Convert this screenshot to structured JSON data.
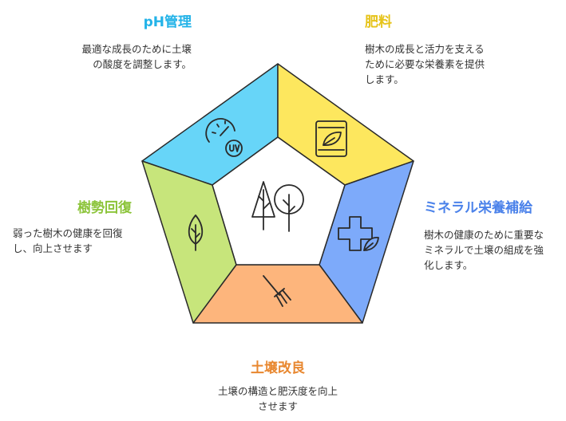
{
  "sections": {
    "ph": {
      "title": "pH管理",
      "desc": "最適な成長のために土壌の酸度を調整します。",
      "color": "#67d5f8",
      "title_color": "#23b3e8",
      "icon": "gauge-uv-icon"
    },
    "fertilizer": {
      "title": "肥料",
      "desc": "樹木の成長と活力を支えるために必要な栄養素を提供します。",
      "color": "#fde75e",
      "title_color": "#e6c319",
      "icon": "fertilizer-bag-icon"
    },
    "mineral": {
      "title": "ミネラル栄養補給",
      "desc": "樹木の健康のために重要なミネラルで土壌の組成を強化します。",
      "color": "#7daafa",
      "title_color": "#4b82ea",
      "icon": "cross-leaf-icon"
    },
    "soil": {
      "title": "土壌改良",
      "desc": "土壌の構造と肥沃度を向上させます",
      "color": "#fdb57c",
      "title_color": "#e8872f",
      "icon": "rake-icon"
    },
    "recovery": {
      "title": "樹勢回復",
      "desc": "弱った樹木の健康を回復し、向上させます",
      "color": "#c7e57b",
      "title_color": "#8cc43a",
      "icon": "leaf-icon"
    }
  },
  "center_icon": "trees-icon"
}
